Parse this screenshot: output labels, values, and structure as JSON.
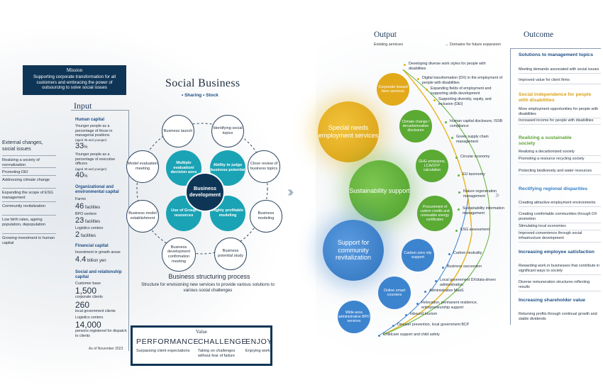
{
  "mission": {
    "title": "Mission",
    "text": "Supporting corporate transformation for all customers and embracing the power of outsourcing to solve social issues"
  },
  "external": {
    "title": "External changes, social issues",
    "items": [
      "Realizing a society of normalization",
      "Promoting DEI",
      "Addressing climate change",
      "Expanding the scope of ESG management",
      "Community revitalization",
      "Low birth rates, ageing population, depopulation",
      "Growing investment in human capital"
    ]
  },
  "input": {
    "title": "Input",
    "human_capital": {
      "heading": "Human capital",
      "l1": "Younger people as a percentage of those in managerial positions",
      "l1n": "(aged 35 and younger)",
      "v1": "33",
      "u1": "%",
      "l2": "Younger people as a percentage of executive officers",
      "l2n": "(aged 40 and younger)",
      "v2": "40",
      "u2": "%"
    },
    "org_capital": {
      "heading": "Organizational and environmental capital",
      "farms": "Farms",
      "farms_v": "46",
      "farms_u": " facilities",
      "bpo": "BPO centers",
      "bpo_v": "23",
      "bpo_u": " facilities",
      "log": "Logistics centers",
      "log_v": "2",
      "log_u": " facilities"
    },
    "fin_capital": {
      "heading": "Financial capital",
      "label": "Investment in growth areas",
      "v": "4.4",
      "u": " billion yen"
    },
    "social_capital": {
      "heading": "Social and relationship capital",
      "cb": "Customer base",
      "cb_v": "1,500",
      "cb_u": "corporate clients",
      "lg_v": "260",
      "lg_u": "local government clients",
      "lc": "Logistics centers",
      "lc_v": "14,000",
      "lc_u": "persons registered for dispatch to clients"
    },
    "as_of": "As of November 2023"
  },
  "social_business": {
    "title": "Social Business",
    "subtitle": "• Sharing  • Stock",
    "core": "Business development",
    "cycle": [
      "Business launch",
      "Identifying social topics",
      "Close review of business topics",
      "Business modeling",
      "Business potential study",
      "Business development confirmation meeting",
      "Business model establishment",
      "Model evaluation meeting"
    ],
    "inner": [
      "Multiple evaluation/ decision axes",
      "Ability to judge business potential",
      "Highly profitable modeling",
      "Use of Group resources"
    ],
    "process_title": "Business structuring process",
    "process_desc": "Structure for envisioning new services to provide various solutions to various social challenges"
  },
  "value": {
    "title": "Value",
    "items": [
      {
        "head": "PERFORMANCE",
        "desc": "Surpassing client expectations"
      },
      {
        "head": "CHALLENGE",
        "desc": "Taking on challenges without fear of failure"
      },
      {
        "head": "ENJOY",
        "desc": "Enjoying work"
      }
    ]
  },
  "output": {
    "title": "Output",
    "existing": "Existing services",
    "future": "→  Domains for future expansion",
    "big": [
      "Special needs employment services",
      "Sustainability support",
      "Support for community revitalization"
    ],
    "small": [
      "Corporate leased farm services",
      "Climate change / decarbonization disclosure",
      "GHG emissions, LCA/CFP calculation",
      "Procurement of carbon credits and renewable energy certificates",
      "Carbon zero city support",
      "Online smart counters",
      "Wide-area administrative BPO services"
    ],
    "bullets_y": [
      "Developing diverse work styles for people with disabilities",
      "Digital transformation (DX) in the employment of people with disabilities",
      "Expanding fields of employment and supporting skills development",
      "Supporting diversity, equity, and inclusion (DEI)"
    ],
    "bullets_g": [
      "Human capital disclosure, ISSB compliance",
      "Green supply chain management",
      "Circular economy",
      "EU taxonomy",
      "Nature regeneration management",
      "Sustainability information management",
      "ESG assessment"
    ],
    "bullets_b": [
      "Carbon neutrality",
      "Business succession",
      "Local government DX/data-driven administration",
      "Administrative MaaS",
      "Relocation, permanent residence, entrepreneurship support",
      "Inbound tourism",
      "Disaster prevention, local government BCP",
      "Childcare support and child safety"
    ]
  },
  "outcome": {
    "title": "Outcome",
    "groups": [
      {
        "heading": "Solutions to management topics",
        "color": "#1e4f86",
        "items": [
          "Meeting demands associated with social issues",
          "Improved value for client firms"
        ]
      },
      {
        "heading": "Social independence for people with disabilities",
        "color": "#d9a11a",
        "items": [
          "More employment opportunities for people with disabilities",
          "Increased income for people with disabilities"
        ]
      },
      {
        "heading": "Realizing a sustainable society",
        "color": "#5aa632",
        "items": [
          "Realizing a decarbonized society",
          "Promoting a resource recycling society",
          "Protecting biodiversity and water resources"
        ]
      },
      {
        "heading": "Rectifying regional disparities",
        "color": "#2f7fc9",
        "items": [
          "Creating attractive employment environments",
          "Creating comfortable communities through DX promotion",
          "Stimulating local economies",
          "Improved convenience through social infrastructure development"
        ]
      },
      {
        "heading": "Increasing employee satisfaction",
        "color": "#1e4f86",
        "items": [
          "Rewarding work in businesses that contribute in significant ways to society",
          "Diverse remuneration structures reflecting results"
        ]
      },
      {
        "heading": "Increasing shareholder value",
        "color": "#1e4f86",
        "items": [
          "Returning profits through continual growth and stable dividends"
        ]
      }
    ]
  },
  "colors": {
    "navy": "#0f3556",
    "teal": "#1aa3b5",
    "yellow": "#e7b41c",
    "green": "#5fb33a",
    "blue": "#3d84cf"
  }
}
